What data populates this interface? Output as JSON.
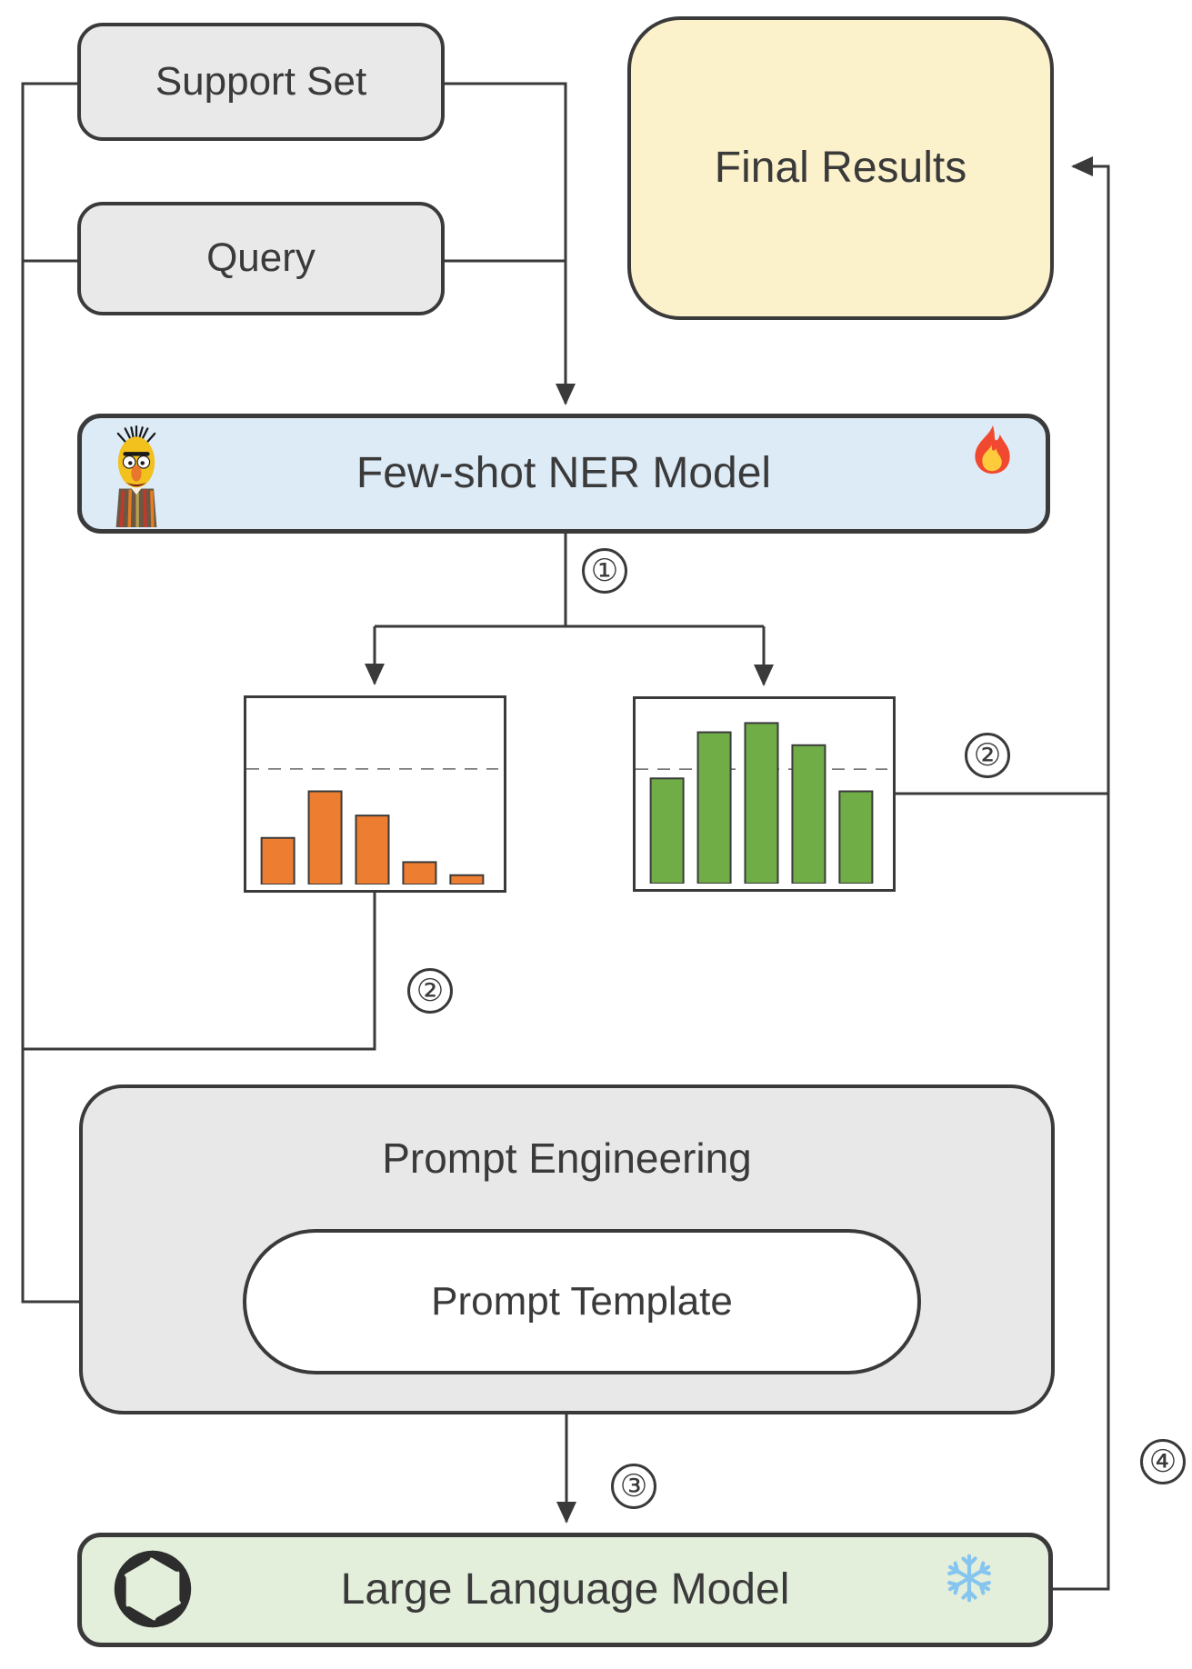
{
  "figure": {
    "nodes": {
      "support_set": {
        "label": "Support Set"
      },
      "query": {
        "label": "Query"
      },
      "final_results": {
        "label": "Final Results"
      },
      "ner_model": {
        "label": "Few-shot NER Model"
      },
      "prompt_engineering": {
        "label": "Prompt Engineering"
      },
      "prompt_template": {
        "label": "Prompt Template"
      },
      "llm": {
        "label": "Large Language Model"
      }
    },
    "step_labels": {
      "step1": "①",
      "step2": "②",
      "step3": "③",
      "step4": "④"
    },
    "icons": {
      "ner_left": "bert-muppet",
      "ner_right": "fire-emoji (trainable)",
      "llm_left": "openai-logo",
      "llm_right": "snowflake (frozen)"
    },
    "colors": {
      "box_gray": "#e9e9e9",
      "box_yellow": "#fbf1cb",
      "box_blue": "#ddebf7",
      "box_green": "#e3efdb",
      "line": "#3a3a3a",
      "bar_orange": "#ed7d31",
      "bar_green": "#70ad47",
      "snowflake_blue": "#86c5ef"
    }
  },
  "chart_data": [
    {
      "type": "bar",
      "name": "low-confidence-entity-distribution",
      "categories": [],
      "values": [
        25,
        50,
        37,
        12,
        5
      ],
      "ylim": [
        0,
        100
      ],
      "threshold_line": 62,
      "threshold_style": "dashed",
      "bar_color": "#ed7d31",
      "title": "",
      "xlabel": "",
      "ylabel": "",
      "grid": false,
      "legend": false
    },
    {
      "type": "bar",
      "name": "high-confidence-entity-distribution",
      "categories": [],
      "values": [
        57,
        82,
        87,
        75,
        50
      ],
      "ylim": [
        0,
        100
      ],
      "threshold_line": 62,
      "threshold_style": "dashed",
      "bar_color": "#70ad47",
      "title": "",
      "xlabel": "",
      "ylabel": "",
      "grid": false,
      "legend": false
    }
  ]
}
